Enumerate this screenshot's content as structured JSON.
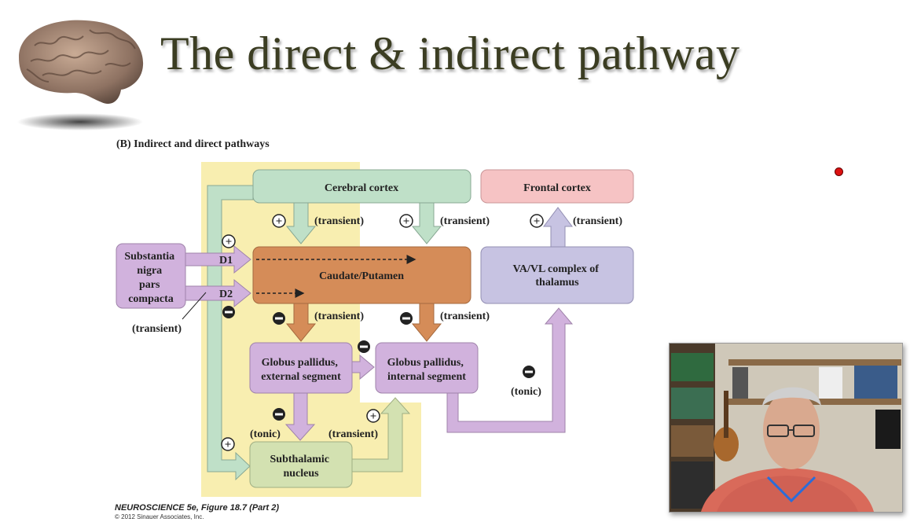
{
  "slide": {
    "title": "The direct & indirect pathway"
  },
  "figure": {
    "panel_label": "(B)  Indirect and direct pathways",
    "caption": "NEUROSCIENCE 5e, Figure 18.7 (Part 2)",
    "copyright": "© 2012 Sinauer Associates, Inc."
  },
  "nodes": {
    "cerebral_cortex": "Cerebral cortex",
    "frontal_cortex": "Frontal cortex",
    "substantia_nigra": [
      "Substantia",
      "nigra",
      "pars",
      "compacta"
    ],
    "caudate_putamen": "Caudate/Putamen",
    "thalamus": [
      "VA/VL complex of",
      "thalamus"
    ],
    "gp_external": [
      "Globus pallidus,",
      "external segment"
    ],
    "gp_internal": [
      "Globus pallidus,",
      "internal segment"
    ],
    "subthalamic": [
      "Subthalamic",
      "nucleus"
    ]
  },
  "labels": {
    "transient": "(transient)",
    "tonic": "(tonic)",
    "d1": "D1",
    "d2": "D2",
    "plus": "+",
    "minus": "−"
  },
  "colors": {
    "cortex": "#bfe0c8",
    "frontal": "#f6c3c4",
    "nigra": "#d1b2dd",
    "caudate": "#d58c58",
    "thalamus": "#c7c3e2",
    "gp_external": "#d1b2dd",
    "gp_internal": "#d1b2dd",
    "subthalamic": "#d3e1b1",
    "yellow_zone": "#f8eeb0"
  }
}
